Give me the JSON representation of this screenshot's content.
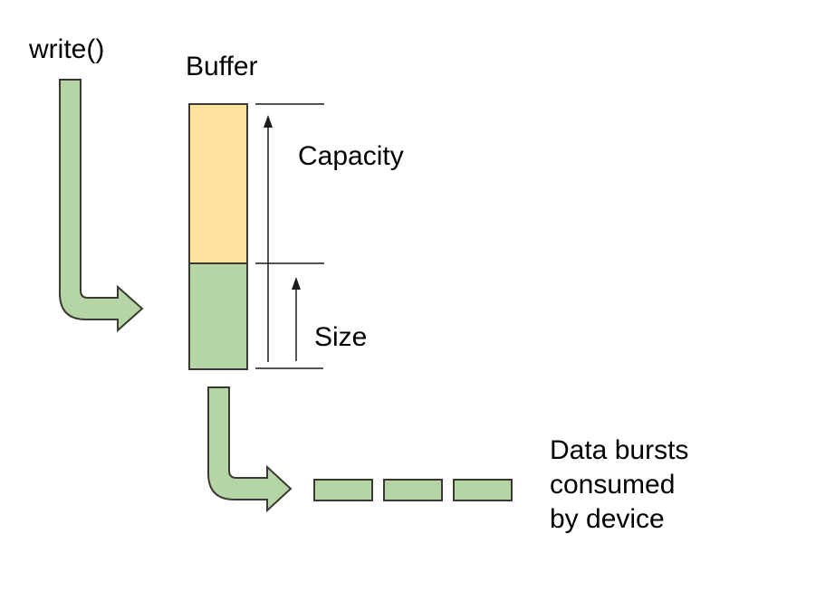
{
  "diagram": {
    "write_label": "write()",
    "buffer_label": "Buffer",
    "capacity_label": "Capacity",
    "size_label": "Size",
    "burst_caption": "Data bursts\nconsumed\nby device",
    "data_burst_count": 3,
    "colors": {
      "buffer_free_fill": "#ffe39d",
      "buffer_used_fill": "#b5d5a6",
      "arrow_fill": "#b5d5a6",
      "burst_fill": "#b5d5a6",
      "outline": "#3a3a32",
      "measure_line": "#1c1c1c",
      "background": "#ffffff",
      "text": "#000000"
    }
  }
}
